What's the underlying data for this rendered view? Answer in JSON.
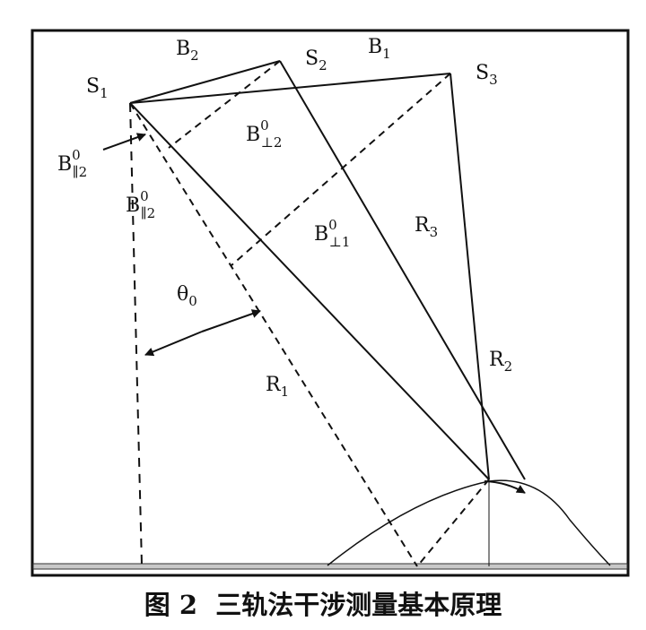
{
  "labels": {
    "S1": {
      "base": "S",
      "sub": "1",
      "sup": ""
    },
    "S2": {
      "base": "S",
      "sub": "2",
      "sup": ""
    },
    "S3": {
      "base": "S",
      "sub": "3",
      "sup": ""
    },
    "B1": {
      "base": "B",
      "sub": "1",
      "sup": ""
    },
    "B2": {
      "base": "B",
      "sub": "2",
      "sup": ""
    },
    "Bpar2_left": {
      "base": "B",
      "sub": "∥2",
      "sup": "0"
    },
    "Bpar2_mid": {
      "base": "B",
      "sub": "∥2",
      "sup": "0"
    },
    "Bperp2": {
      "base": "B",
      "sub": "⊥2",
      "sup": "0"
    },
    "Bperp1": {
      "base": "B",
      "sub": "⊥1",
      "sup": "0"
    },
    "theta0": {
      "base": "θ",
      "sub": "0",
      "sup": ""
    },
    "R1": {
      "base": "R",
      "sub": "1",
      "sup": ""
    },
    "R2": {
      "base": "R",
      "sub": "2",
      "sup": ""
    },
    "R3": {
      "base": "R",
      "sub": "3",
      "sup": ""
    }
  },
  "caption": {
    "number": "图 2",
    "title": "三轨法干涉测量基本原理"
  }
}
